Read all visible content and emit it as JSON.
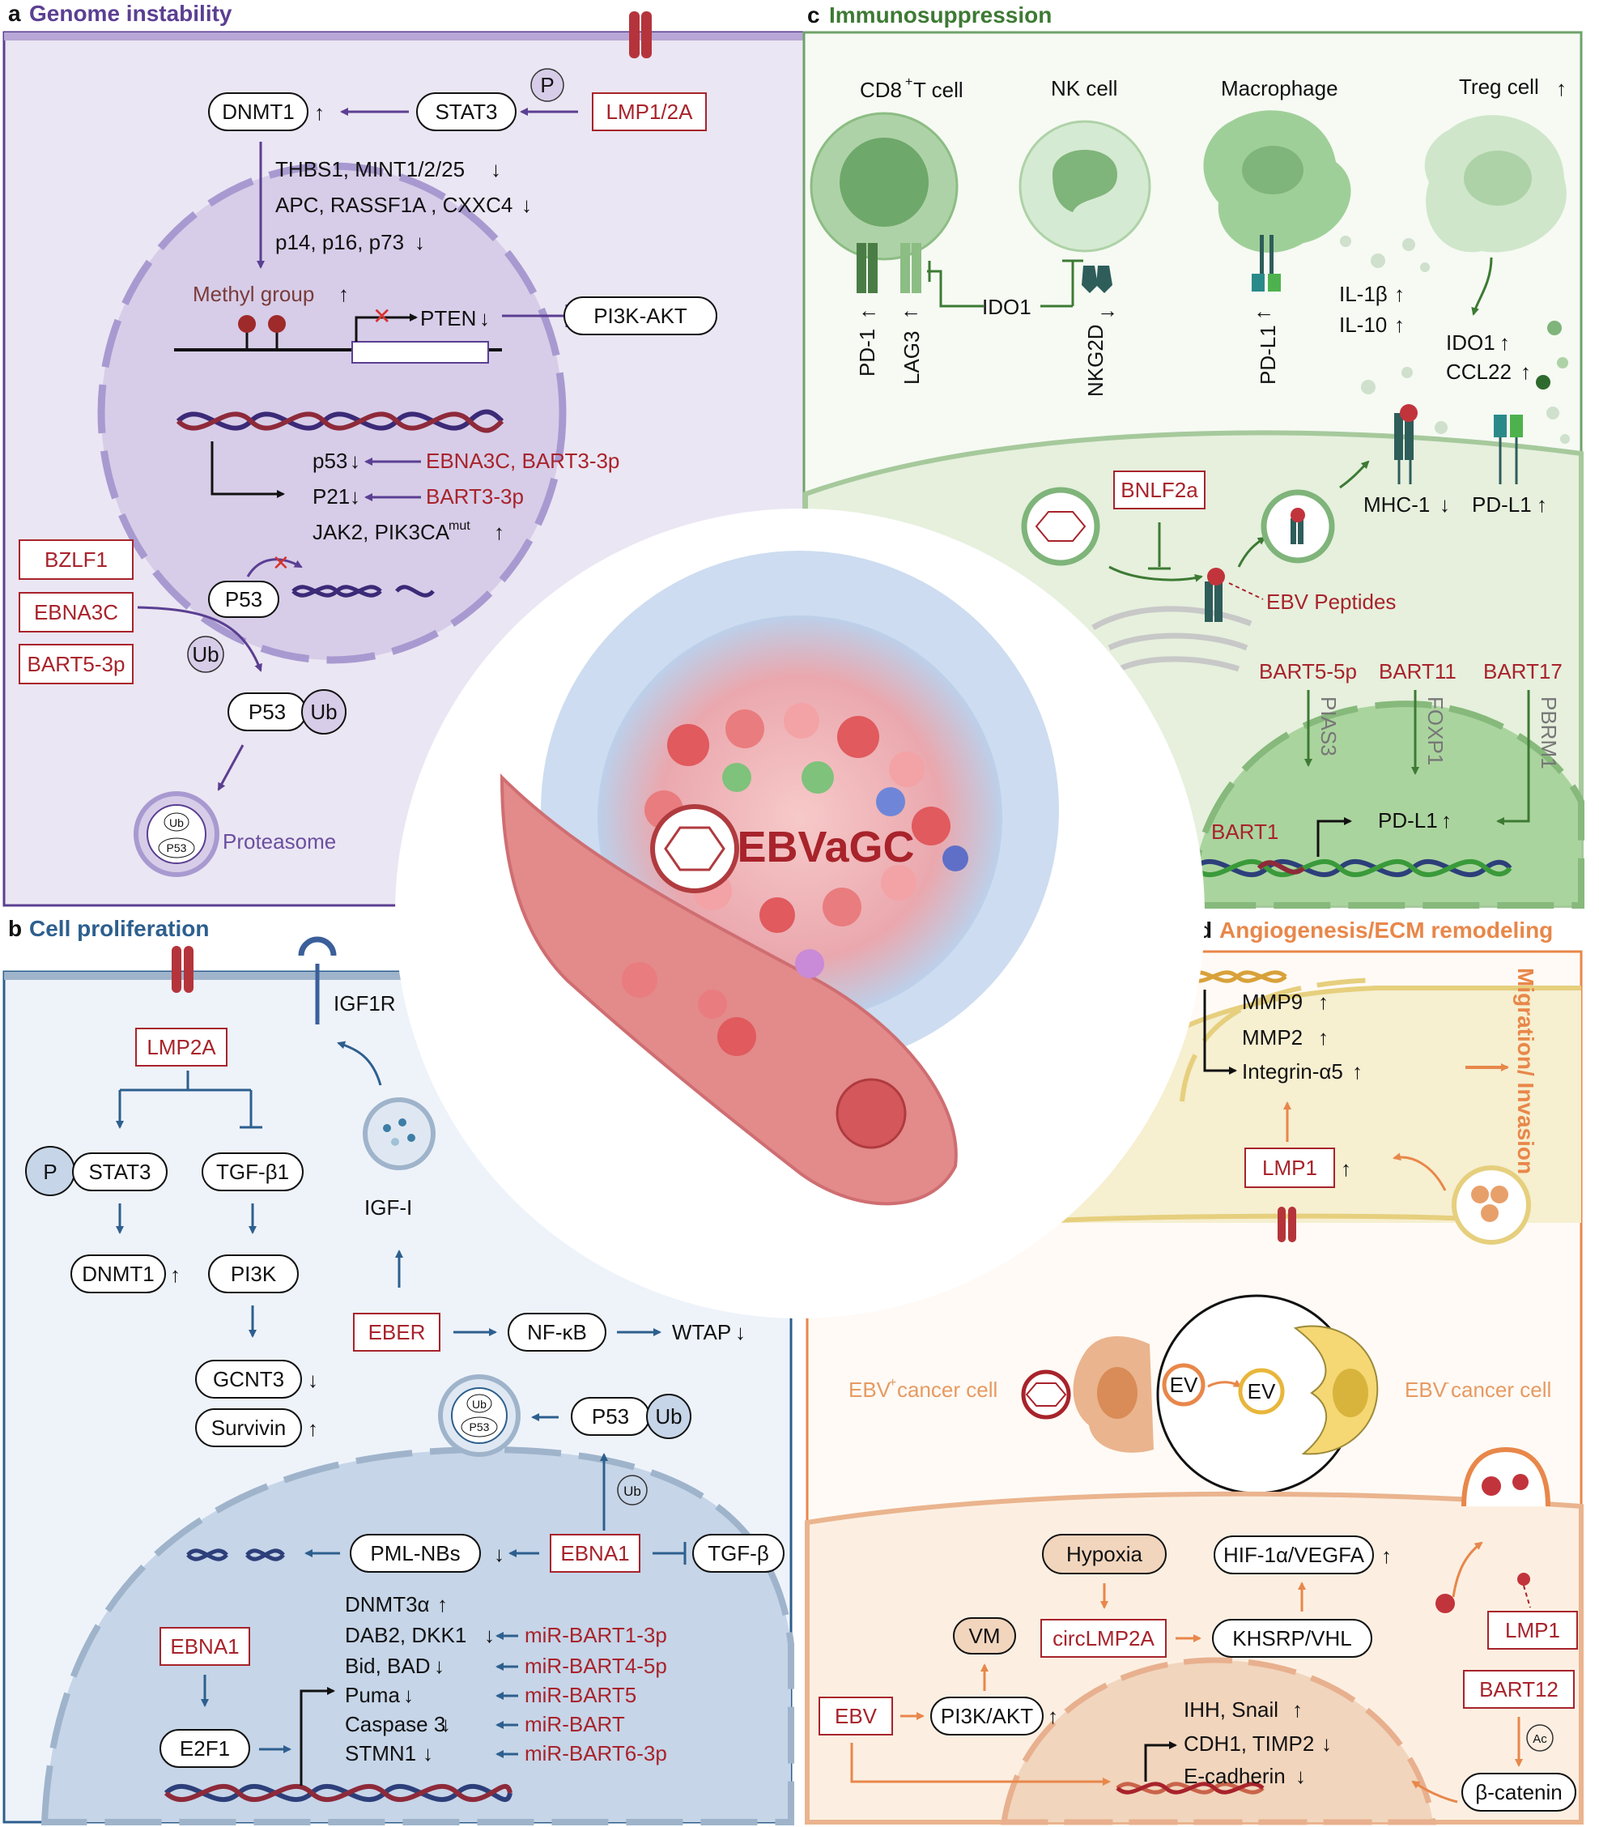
{
  "panel_a": {
    "letter": "a",
    "title": "Genome instability",
    "dnmt1": "DNMT1",
    "stat3": "STAT3",
    "lmp": "LMP1/2A",
    "p": "P",
    "thbs": "THBS1, MINT1/2/25",
    "apc": "APC, RASSF1A , CXXC4",
    "p14": "p14, p16, p73",
    "methyl": "Methyl group",
    "pten": "PTEN",
    "pi3k": "PI3K-AKT",
    "p53": "p53",
    "p21": "P21",
    "ebna3c_bart": "EBNA3C, BART3-3p",
    "bart33": "BART3-3p",
    "jak2": "JAK2, PIK3CA",
    "mut": "mut",
    "bzlf1": "BZLF1",
    "ebna3c": "EBNA3C",
    "bart53": "BART5-3p",
    "P53": "P53",
    "ub": "Ub",
    "proteasome": "Proteasome"
  },
  "panel_b": {
    "letter": "b",
    "title": "Cell proliferation",
    "igf1r": "IGF1R",
    "lmp2a": "LMP2A",
    "p": "P",
    "stat3": "STAT3",
    "tgfb1": "TGF-β1",
    "dnmt1": "DNMT1",
    "pi3k": "PI3K",
    "gcnt3": "GCNT3",
    "survivin": "Survivin",
    "igf1": "IGF-I",
    "eber": "EBER",
    "nfkb": "NF-κB",
    "wtap": "WTAP",
    "p53": "P53",
    "ub": "Ub",
    "pml": "PML-NBs",
    "ebna1": "EBNA1",
    "tgfb": "TGF-β",
    "dnmt3a": "DNMT3α",
    "dab2": "DAB2, DKK1",
    "bid": "Bid, BAD",
    "puma": "Puma",
    "casp3": "Caspase 3",
    "stmn1": "STMN1",
    "mir1": "miR-BART1-3p",
    "mir2": "miR-BART4-5p",
    "mir3": "miR-BART5",
    "mir4": "miR-BART",
    "mir5": "miR-BART6-3p",
    "ebna1b": "EBNA1",
    "e2f1": "E2F1"
  },
  "panel_c": {
    "letter": "c",
    "title": "Immunosuppression",
    "cd8": "CD8",
    "cd8sup": "+",
    "cd8b": " T cell",
    "nk": "NK cell",
    "mac": "Macrophage",
    "treg": "Treg cell",
    "pd1": "PD-1",
    "lag3": "LAG3",
    "ido1": "IDO1",
    "nkg2d": "NKG2D",
    "pdl1": "PD-L1",
    "il1b": "IL-1β",
    "il10": "IL-10",
    "ido1b": "IDO1",
    "ccl22": "CCL22",
    "bnlf2a": "BNLF2a",
    "mhc1": "MHC-1",
    "pdl1b": "PD-L1",
    "peptides": "EBV Peptides",
    "bart55": "BART5-5p",
    "bart11": "BART11",
    "bart17": "BART17",
    "pias3": "PIAS3",
    "foxp1": "FOXP1",
    "pbrm1": "PBRM1",
    "bart1": "BART1",
    "pdl1c": "PD-L1"
  },
  "panel_d": {
    "letter": "d",
    "title": "Angiogenesis/ECM remodeling",
    "mmp9": "MMP9",
    "mmp2": "MMP2",
    "integrin": "Integrin-α5",
    "migration": "Migration/ Invasion",
    "lmp1": "LMP1",
    "ebvpos": "EBV",
    "ebvpos_sup": "+",
    "ebvpos_b": " cancer cell",
    "ebvneg": "EBV",
    "ebvneg_sup": "-",
    "ebvneg_b": " cancer cell",
    "ev": "EV",
    "hypoxia": "Hypoxia",
    "hif": "HIF-1α/VEGFA",
    "vm": "VM",
    "circ": "circLMP2A",
    "khsrp": "KHSRP/VHL",
    "lmp1b": "LMP1",
    "bart12": "BART12",
    "ac": "Ac",
    "catenin": "β-catenin",
    "ebv": "EBV",
    "pi3k": "PI3K/AKT",
    "ihh": "IHH, Snail",
    "cdh1": "CDH1, TIMP2",
    "ecad": "E-cadherin"
  },
  "center": {
    "label": "EBVaGC"
  },
  "colors": {
    "purple": "#5b3f92",
    "blue": "#2d5f8e",
    "green": "#3d7a34",
    "orange": "#e8874a",
    "red": "#a8232b"
  }
}
